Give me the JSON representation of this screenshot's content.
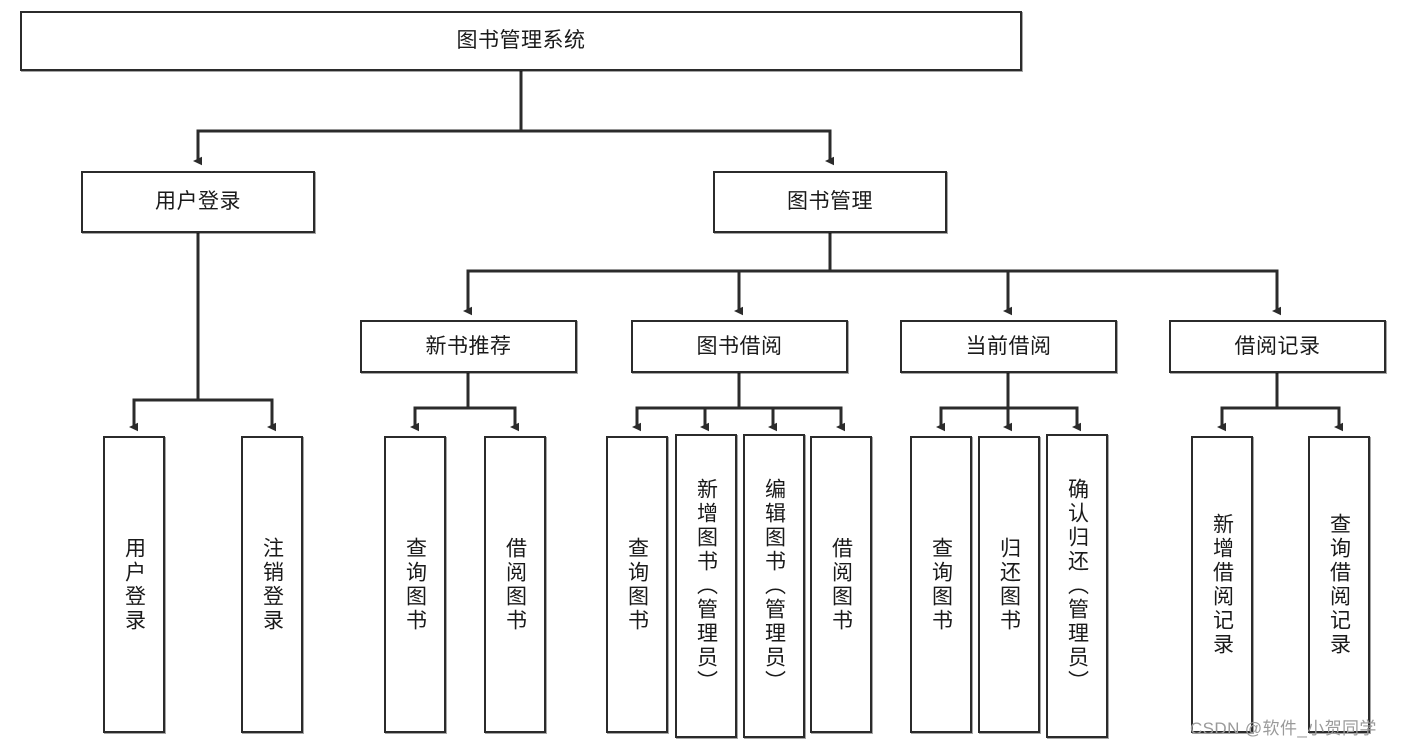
{
  "diagram": {
    "title": "图书管理系统",
    "watermark": "CSDN @软件_小贺同学",
    "accent_color": "#2b2b2b",
    "background_color": "#ffffff",
    "nodes": {
      "root": {
        "label": "图书管理系统"
      },
      "level2": [
        {
          "label": "用户登录"
        },
        {
          "label": "图书管理"
        }
      ],
      "level3": [
        {
          "label": "新书推荐"
        },
        {
          "label": "图书借阅"
        },
        {
          "label": "当前借阅"
        },
        {
          "label": "借阅记录"
        }
      ],
      "leaves": {
        "user_login": [
          {
            "label": "用户登录"
          },
          {
            "label": "注销登录"
          }
        ],
        "new_book": [
          {
            "label": "查询图书"
          },
          {
            "label": "借阅图书"
          }
        ],
        "borrow_book": [
          {
            "label": "查询图书"
          },
          {
            "label": "新增图书（管理员）"
          },
          {
            "label": "编辑图书（管理员）"
          },
          {
            "label": "借阅图书"
          }
        ],
        "current_borrow": [
          {
            "label": "查询图书"
          },
          {
            "label": "归还图书"
          },
          {
            "label": "确认归还（管理员）"
          }
        ],
        "borrow_record": [
          {
            "label": "新增借阅记录"
          },
          {
            "label": "查询借阅记录"
          }
        ]
      }
    }
  }
}
